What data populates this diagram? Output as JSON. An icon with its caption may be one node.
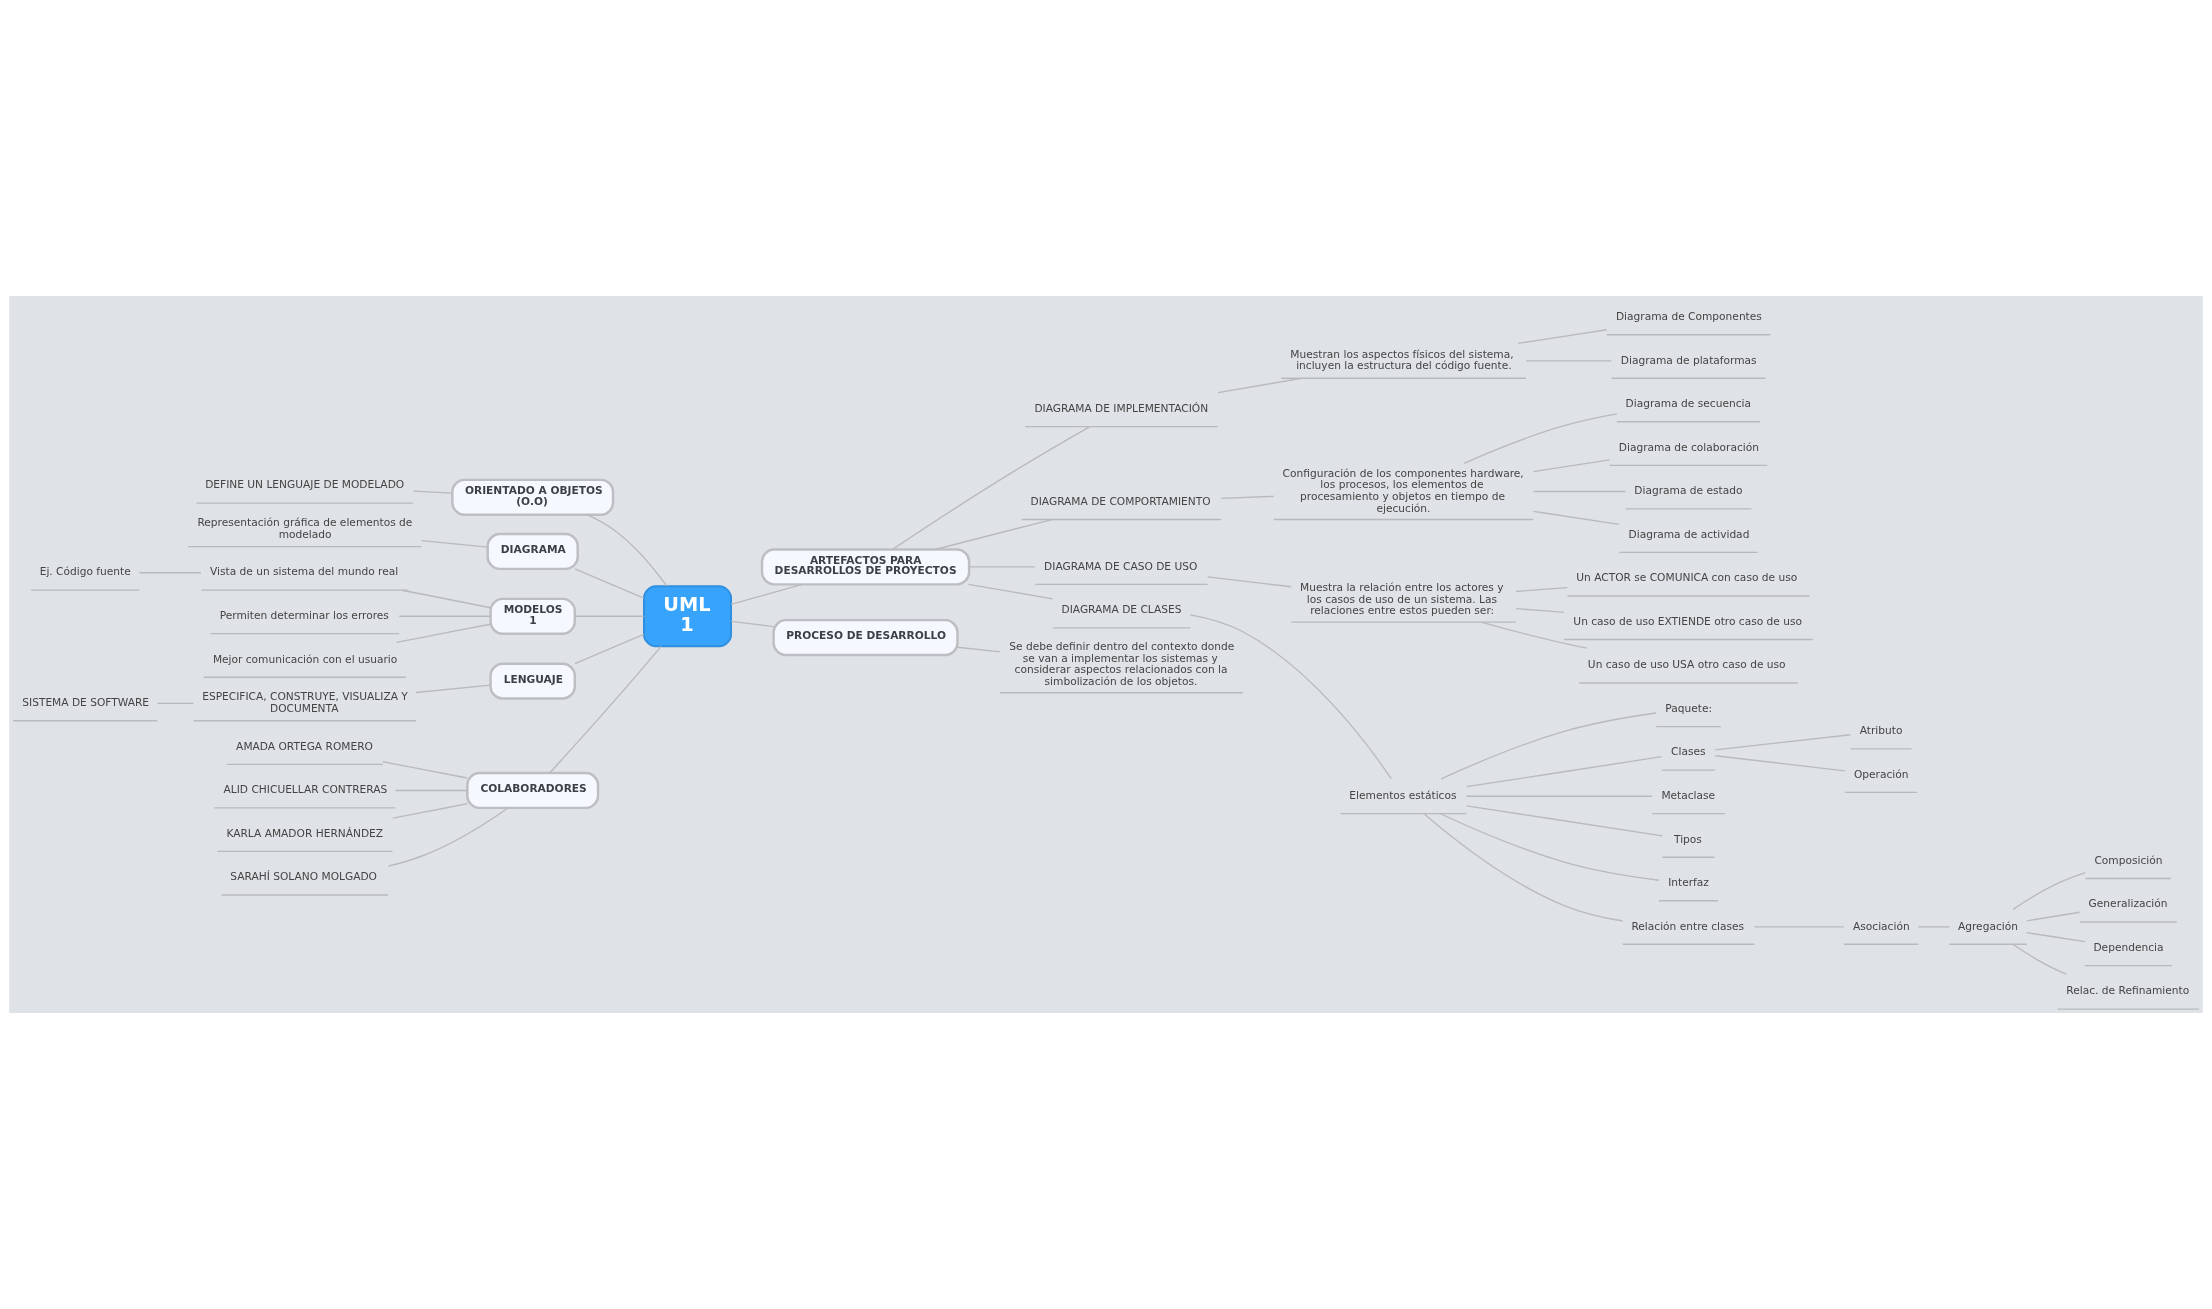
{
  "diagram": {
    "nodes": [
      {
        "text": [
          "UML",
          "1"
        ]
      },
      {
        "text": [
          "ARTEFACTOS PARA DESARROLLOS DE PROYECTOS"
        ]
      },
      {
        "text": [
          "DIAGRAMA DE IMPLEMENTACIÓN"
        ]
      },
      {
        "text": [
          "Muestran los aspectos físicos del sistema, incluyen la estructura del código fuente."
        ]
      },
      {
        "text": [
          "Diagrama de Componentes"
        ]
      },
      {
        "text": [
          "Diagrama de plataformas"
        ]
      },
      {
        "text": [
          "DIAGRAMA DE COMPORTAMIENTO"
        ]
      },
      {
        "text": [
          "Configuración de los componentes hardware, los procesos, los elementos de procesamiento y objetos en tiempo de ejecución."
        ]
      },
      {
        "text": [
          "Diagrama de secuencia"
        ]
      },
      {
        "text": [
          "Diagrama de colaboración"
        ]
      },
      {
        "text": [
          "Diagrama de estado"
        ]
      },
      {
        "text": [
          "Diagrama de actividad"
        ]
      },
      {
        "text": [
          "DIAGRAMA DE CASO DE USO"
        ]
      },
      {
        "text": [
          "Muestra la relación entre los actores y los casos de uso de un sistema. Las relaciones entre estos pueden ser:"
        ]
      },
      {
        "text": [
          "Un ACTOR se COMUNICA con caso de uso"
        ]
      },
      {
        "text": [
          "Un caso de uso EXTIENDE otro caso de uso"
        ]
      },
      {
        "text": [
          "Un caso de uso USA otro caso de uso"
        ]
      },
      {
        "text": [
          "DIAGRAMA DE CLASES"
        ]
      },
      {
        "text": [
          "Elementos estáticos"
        ]
      },
      {
        "text": [
          "Paquete:"
        ]
      },
      {
        "text": [
          "Clases"
        ]
      },
      {
        "text": [
          "Atributo"
        ]
      },
      {
        "text": [
          "Operación"
        ]
      },
      {
        "text": [
          "Metaclase"
        ]
      },
      {
        "text": [
          "Tipos"
        ]
      },
      {
        "text": [
          "Interfaz"
        ]
      },
      {
        "text": [
          "Relación entre clases"
        ]
      },
      {
        "text": [
          "Asociación"
        ]
      },
      {
        "text": [
          "Agregación"
        ]
      },
      {
        "text": [
          "Composición"
        ]
      },
      {
        "text": [
          "Generalización"
        ]
      },
      {
        "text": [
          "Dependencia"
        ]
      },
      {
        "text": [
          "Relac. de Refinamiento"
        ]
      },
      {
        "text": [
          "PROCESO DE DESARROLLO"
        ]
      },
      {
        "text": [
          "Se debe definir dentro del contexto donde se van a implementar los sistemas y considerar aspectos relacionados con la simbolización de los objetos."
        ]
      },
      {
        "text": [
          "ORIENTADO A OBJETOS (O.O)"
        ]
      },
      {
        "text": [
          "DEFINE UN LENGUAJE DE MODELADO"
        ]
      },
      {
        "text": [
          "DIAGRAMA"
        ]
      },
      {
        "text": [
          "Representación gráfica de elementos de modelado"
        ]
      },
      {
        "text": [
          "MODELOS",
          "1"
        ]
      },
      {
        "text": [
          "Vista de un sistema del mundo real"
        ]
      },
      {
        "text": [
          "Ej. Código fuente"
        ]
      },
      {
        "text": [
          "Permiten determinar los errores"
        ]
      },
      {
        "text": [
          "Mejor comunicación con el usuario"
        ]
      },
      {
        "text": [
          "LENGUAJE"
        ]
      },
      {
        "text": [
          "ESPECIFICA, CONSTRUYE, VISUALIZA Y DOCUMENTA"
        ]
      },
      {
        "text": [
          "SISTEMA DE SOFTWARE"
        ]
      },
      {
        "text": [
          "COLABORADORES"
        ]
      },
      {
        "text": [
          "AMADA ORTEGA ROMERO"
        ]
      },
      {
        "text": [
          "ALID CHICUELLAR CONTRERAS"
        ]
      },
      {
        "text": [
          "KARLA AMADOR HERNÁNDEZ"
        ]
      },
      {
        "text": [
          "SARAHÍ SOLANO MOLGADO"
        ]
      }
    ],
    "edges": [
      {
        "from": 0,
        "to": 1,
        "arrow": "none"
      },
      {
        "from": 1,
        "to": 2,
        "arrow": "none"
      },
      {
        "from": 2,
        "to": 3,
        "arrow": "none"
      },
      {
        "from": 3,
        "to": 4,
        "arrow": "none"
      },
      {
        "from": 3,
        "to": 5,
        "arrow": "none"
      },
      {
        "from": 1,
        "to": 6,
        "arrow": "none"
      },
      {
        "from": 6,
        "to": 7,
        "arrow": "none"
      },
      {
        "from": 7,
        "to": 8,
        "arrow": "none"
      },
      {
        "from": 7,
        "to": 9,
        "arrow": "none"
      },
      {
        "from": 7,
        "to": 10,
        "arrow": "none"
      },
      {
        "from": 7,
        "to": 11,
        "arrow": "none"
      },
      {
        "from": 1,
        "to": 12,
        "arrow": "none"
      },
      {
        "from": 12,
        "to": 13,
        "arrow": "none"
      },
      {
        "from": 13,
        "to": 14,
        "arrow": "none"
      },
      {
        "from": 13,
        "to": 15,
        "arrow": "none"
      },
      {
        "from": 13,
        "to": 16,
        "arrow": "none"
      },
      {
        "from": 1,
        "to": 17,
        "arrow": "none"
      },
      {
        "from": 17,
        "to": 18,
        "arrow": "none"
      },
      {
        "from": 18,
        "to": 19,
        "arrow": "none"
      },
      {
        "from": 18,
        "to": 20,
        "arrow": "none"
      },
      {
        "from": 20,
        "to": 21,
        "arrow": "none"
      },
      {
        "from": 20,
        "to": 22,
        "arrow": "none"
      },
      {
        "from": 18,
        "to": 23,
        "arrow": "none"
      },
      {
        "from": 18,
        "to": 24,
        "arrow": "none"
      },
      {
        "from": 18,
        "to": 25,
        "arrow": "none"
      },
      {
        "from": 18,
        "to": 26,
        "arrow": "none"
      },
      {
        "from": 26,
        "to": 27,
        "arrow": "none"
      },
      {
        "from": 27,
        "to": 28,
        "arrow": "none"
      },
      {
        "from": 28,
        "to": 29,
        "arrow": "none"
      },
      {
        "from": 28,
        "to": 30,
        "arrow": "none"
      },
      {
        "from": 28,
        "to": 31,
        "arrow": "none"
      },
      {
        "from": 28,
        "to": 32,
        "arrow": "none"
      },
      {
        "from": 0,
        "to": 33,
        "arrow": "none"
      },
      {
        "from": 33,
        "to": 34,
        "arrow": "none"
      },
      {
        "from": 0,
        "to": 35,
        "arrow": "none"
      },
      {
        "from": 35,
        "to": 36,
        "arrow": "none"
      },
      {
        "from": 0,
        "to": 37,
        "arrow": "none"
      },
      {
        "from": 37,
        "to": 38,
        "arrow": "none"
      },
      {
        "from": 0,
        "to": 39,
        "arrow": "none"
      },
      {
        "from": 39,
        "to": 40,
        "arrow": "none"
      },
      {
        "from": 40,
        "to": 41,
        "arrow": "none"
      },
      {
        "from": 39,
        "to": 42,
        "arrow": "none"
      },
      {
        "from": 39,
        "to": 43,
        "arrow": "none"
      },
      {
        "from": 0,
        "to": 44,
        "arrow": "none"
      },
      {
        "from": 44,
        "to": 45,
        "arrow": "none"
      },
      {
        "from": 45,
        "to": 46,
        "arrow": "none"
      },
      {
        "from": 0,
        "to": 47,
        "arrow": "none"
      },
      {
        "from": 47,
        "to": 48,
        "arrow": "none"
      },
      {
        "from": 47,
        "to": 49,
        "arrow": "none"
      },
      {
        "from": 47,
        "to": 50,
        "arrow": "none"
      },
      {
        "from": 47,
        "to": 51,
        "arrow": "none"
      }
    ]
  }
}
